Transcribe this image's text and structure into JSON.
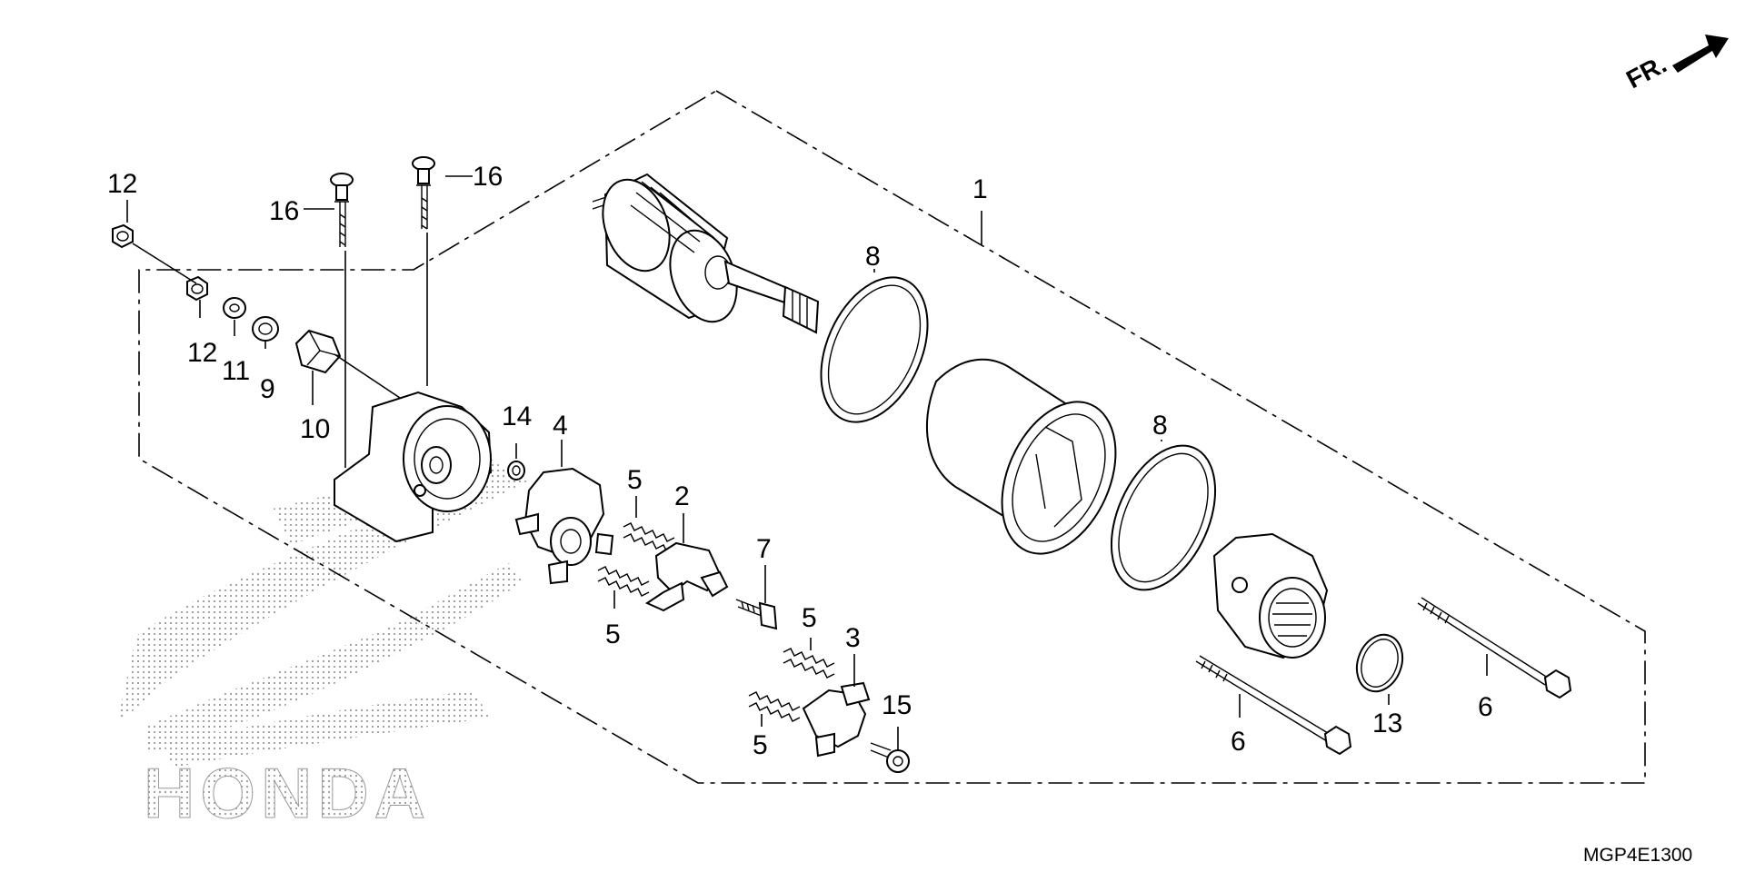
{
  "diagram": {
    "direction_label": "FR.",
    "drawing_code": "MGP4E1300",
    "watermark_text": "HONDA",
    "callouts": {
      "c1": "1",
      "c2": "2",
      "c3": "3",
      "c4": "4",
      "c5a": "5",
      "c5b": "5",
      "c5c": "5",
      "c5d": "5",
      "c6a": "6",
      "c6b": "6",
      "c7": "7",
      "c8a": "8",
      "c8b": "8",
      "c9": "9",
      "c10": "10",
      "c11": "11",
      "c12a": "12",
      "c12b": "12",
      "c13": "13",
      "c14": "14",
      "c15": "15",
      "c16a": "16",
      "c16b": "16"
    }
  }
}
